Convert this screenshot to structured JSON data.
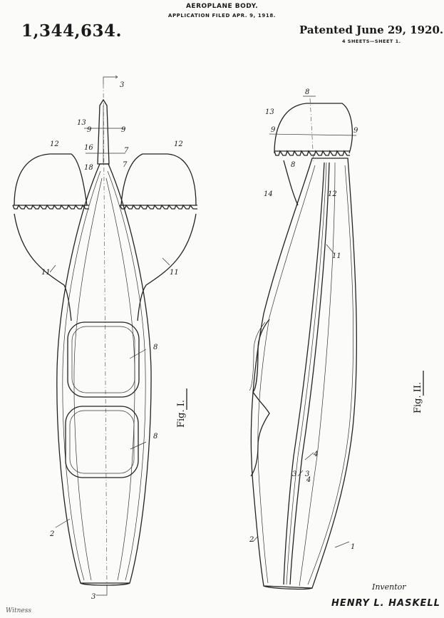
{
  "header": {
    "title": "AEROPLANE BODY.",
    "filed": "APPLICATION FILED APR. 9, 1918.",
    "patent_number": "1,344,634.",
    "patented": "Patented June 29, 1920.",
    "sheets": "4 SHEETS—SHEET 1."
  },
  "figures": {
    "fig1_label": "Fig. I.",
    "fig2_label": "Fig. II."
  },
  "references": {
    "r1": "1",
    "r2": "2",
    "r3": "3",
    "r4": "4",
    "r8": "8",
    "r9": "9",
    "r7": "7",
    "r11": "11",
    "r12": "12",
    "r13": "13",
    "r14": "14",
    "r16": "16",
    "r18": "18"
  },
  "footer": {
    "inventor_label": "Inventor",
    "inventor_name": "HENRY L. HASKELL",
    "witness": "Witness"
  }
}
